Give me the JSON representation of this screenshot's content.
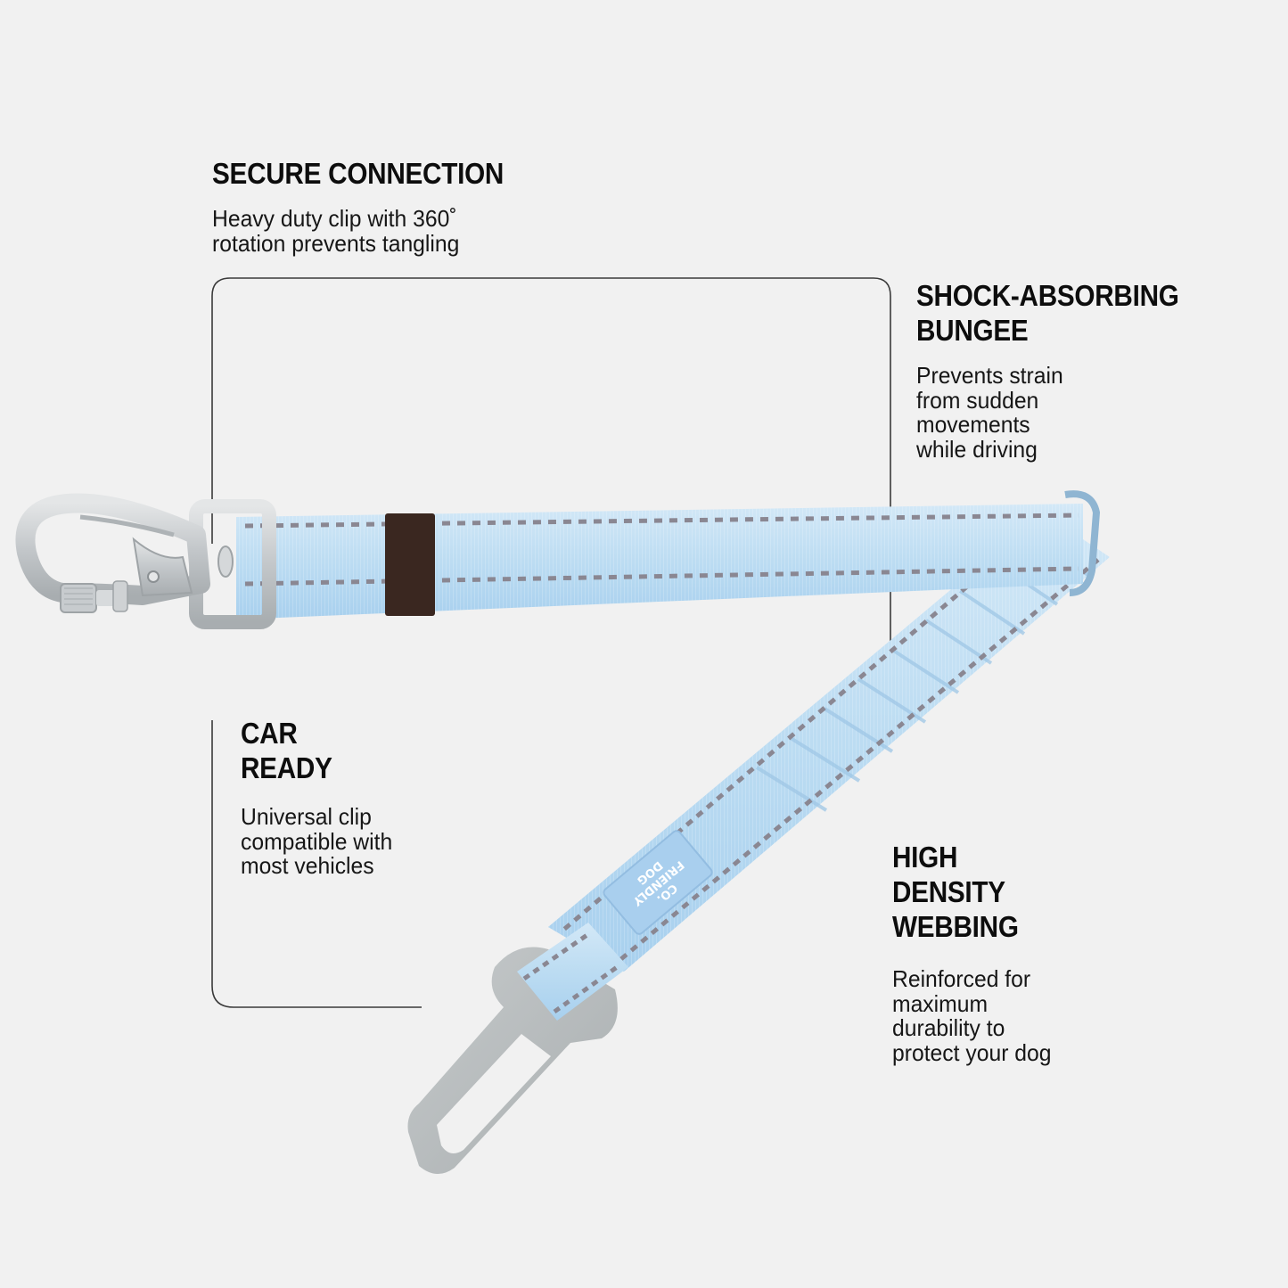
{
  "colors": {
    "background": "#f1f1f1",
    "text": "#0d0d0d",
    "leader_line": "#3a3a3a",
    "webbing": "#bcdcf2",
    "webbing_shadow": "#9fc7e6",
    "stitching": "#8a8792",
    "keeper": "#3a2720",
    "metal": "#c9ccce",
    "metal_dark": "#9ea3a6"
  },
  "product": {
    "brand_tag": [
      "DOG",
      "FRIENDLY",
      "CO."
    ]
  },
  "callouts": {
    "secure": {
      "title": "SECURE CONNECTION",
      "description": "Heavy duty clip with 360˚\nrotation prevents tangling"
    },
    "shock": {
      "title_lines": [
        "SHOCK-ABSORBING",
        "BUNGEE"
      ],
      "description": "Prevents strain\nfrom sudden\nmovements\nwhile driving"
    },
    "car": {
      "title_lines": [
        "CAR",
        "READY"
      ],
      "description": "Universal clip\ncompatible with\nmost vehicles"
    },
    "webbing": {
      "title_lines": [
        "HIGH",
        "DENSITY",
        "WEBBING"
      ],
      "description": "Reinforced for\nmaximum\ndurability to\nprotect your dog"
    }
  }
}
